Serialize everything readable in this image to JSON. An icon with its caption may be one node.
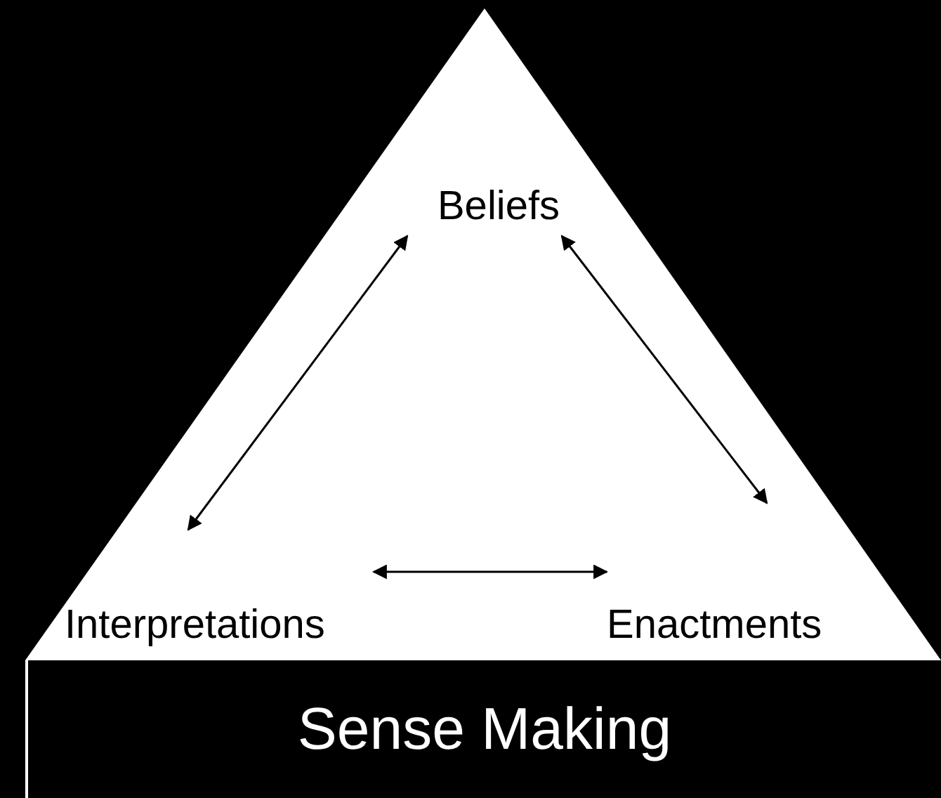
{
  "diagram": {
    "nodes": [
      {
        "text": [],
        "shape": "triangle"
      },
      {
        "text": [
          "Beliefs"
        ],
        "in": 0
      },
      {
        "text": [
          "Interpretations"
        ],
        "in": 0
      },
      {
        "text": [
          "Enactments"
        ],
        "in": 0
      },
      {
        "text": [
          "Sense Making"
        ]
      }
    ],
    "edges": [
      {
        "from": 1,
        "to": 2,
        "arrow": "both"
      },
      {
        "from": 1,
        "to": 3,
        "arrow": "both"
      },
      {
        "from": 2,
        "to": 3,
        "arrow": "both"
      }
    ]
  }
}
